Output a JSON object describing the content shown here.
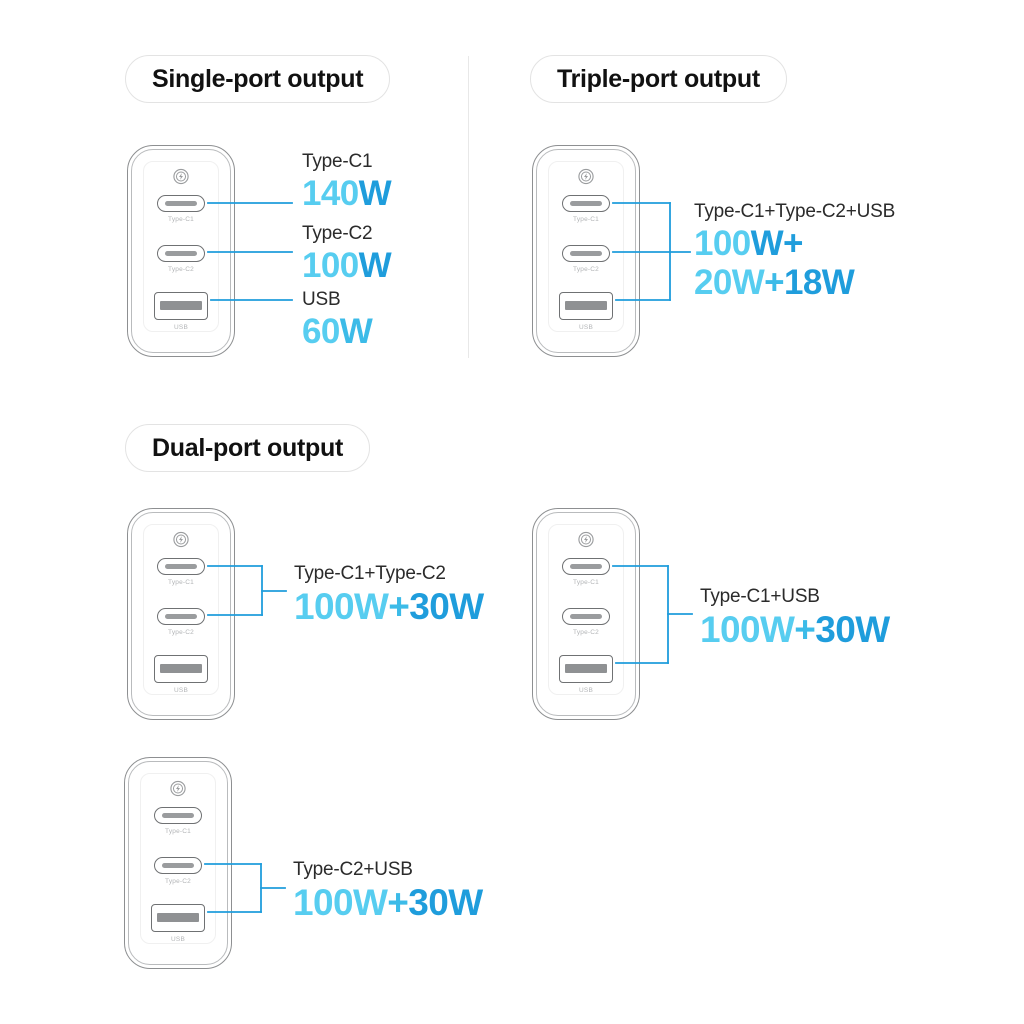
{
  "theme": {
    "accent_light": "#57cdf0",
    "accent_dark": "#1f9ddc",
    "wire": "#1f9ddc",
    "outline": "#8d8f91",
    "label_gray": "#b3b5b7",
    "background": "#ffffff"
  },
  "sections": {
    "single": {
      "heading": "Single-port output"
    },
    "triple": {
      "heading": "Triple-port output"
    },
    "dual": {
      "heading": "Dual-port output"
    }
  },
  "device": {
    "led_icon": "lightning-bolt-circle-icon",
    "ports": [
      {
        "id": "type-c1",
        "label": "Type-C1",
        "kind": "usb-c"
      },
      {
        "id": "type-c2",
        "label": "Type-C2",
        "kind": "usb-c"
      },
      {
        "id": "usb",
        "label": "USB",
        "kind": "usb-a"
      }
    ]
  },
  "callouts": {
    "single_c1": {
      "title": "Type-C1",
      "value_num": "140",
      "value_unit": "W"
    },
    "single_c2": {
      "title": "Type-C2",
      "value_num": "100",
      "value_unit": "W"
    },
    "single_usb": {
      "title": "USB",
      "value_num": "60",
      "value_unit": "W"
    },
    "triple": {
      "title": "Type-C1+Type-C2+USB",
      "line1_num": "100",
      "line1_unit": "W",
      "line1_plus": "+",
      "line2_a_num": "20",
      "line2_a_unit": "W",
      "line2_plus": "+",
      "line2_b_num": "18",
      "line2_b_unit": "W"
    },
    "dual_c1c2": {
      "title": "Type-C1+Type-C2",
      "a_num": "100",
      "a_unit": "W",
      "plus": "+",
      "b_num": "30",
      "b_unit": "W"
    },
    "dual_c1usb": {
      "title": "Type-C1+USB",
      "a_num": "100",
      "a_unit": "W",
      "plus": "+",
      "b_num": "30",
      "b_unit": "W"
    },
    "dual_c2usb": {
      "title": "Type-C2+USB",
      "a_num": "100",
      "a_unit": "W",
      "plus": "+",
      "b_num": "30",
      "b_unit": "W"
    }
  }
}
